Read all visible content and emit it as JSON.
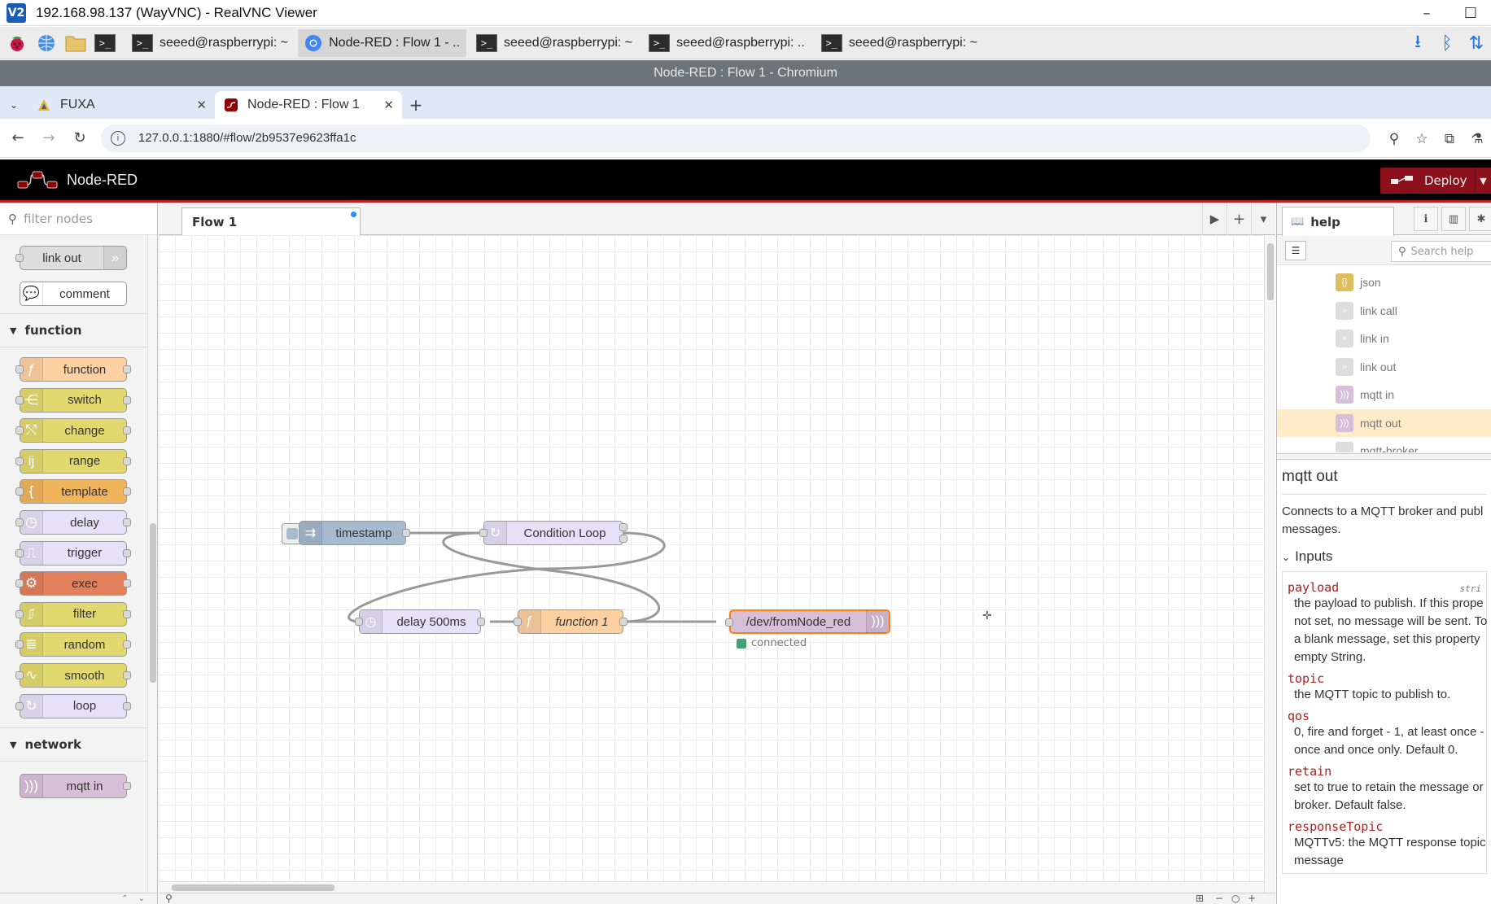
{
  "vnc_window": {
    "title": "192.168.98.137 (WayVNC) - RealVNC Viewer",
    "logo": "V2"
  },
  "taskbar": {
    "tasks": [
      {
        "label": "seeed@raspberrypi: ~",
        "icon": "terminal-icon"
      },
      {
        "label": "Node-RED : Flow 1 - ..",
        "icon": "chromium-icon"
      },
      {
        "label": "seeed@raspberrypi: ~",
        "icon": "terminal-icon"
      },
      {
        "label": "seeed@raspberrypi: ..",
        "icon": "terminal-icon"
      },
      {
        "label": "seeed@raspberrypi: ~",
        "icon": "terminal-icon"
      }
    ],
    "terminal_glyph": ">_",
    "tray": [
      "download-icon",
      "bluetooth-icon",
      "network-icon"
    ]
  },
  "browser": {
    "window_title": "Node-RED : Flow 1 - Chromium",
    "tabs": [
      {
        "label": "FUXA",
        "active": false
      },
      {
        "label": "Node-RED : Flow 1",
        "active": true
      }
    ],
    "url": "127.0.0.1:1880/#flow/2b9537e9623ffa1c"
  },
  "nodered": {
    "title": "Node-RED",
    "deploy_label": "Deploy",
    "palette": {
      "filter_placeholder": "filter nodes",
      "top_nodes": [
        {
          "label": "link out",
          "color": "#dddddd"
        },
        {
          "label": "comment",
          "color": "#ffffff"
        }
      ],
      "categories": [
        {
          "label": "function",
          "nodes": [
            {
              "label": "function",
              "color": "#fdd0a2",
              "icon": "ƒ"
            },
            {
              "label": "switch",
              "color": "#e2d96e",
              "icon": "⋲"
            },
            {
              "label": "change",
              "color": "#e2d96e",
              "icon": "⤲"
            },
            {
              "label": "range",
              "color": "#e2d96e",
              "icon": "ij"
            },
            {
              "label": "template",
              "color": "#f0b45b",
              "icon": "{"
            },
            {
              "label": "delay",
              "color": "#e6e0f8",
              "icon": "◷"
            },
            {
              "label": "trigger",
              "color": "#e6e0f8",
              "icon": "⎍"
            },
            {
              "label": "exec",
              "color": "#e2805c",
              "icon": "⚙"
            },
            {
              "label": "filter",
              "color": "#e2d96e",
              "icon": "⎎"
            },
            {
              "label": "random",
              "color": "#e2d96e",
              "icon": "≣"
            },
            {
              "label": "smooth",
              "color": "#e2d96e",
              "icon": "∿"
            },
            {
              "label": "loop",
              "color": "#e6e0f8",
              "icon": "↻"
            }
          ]
        },
        {
          "label": "network",
          "nodes": [
            {
              "label": "mqtt in",
              "color": "#d8bfd8",
              "icon": ")))"
            }
          ]
        }
      ]
    },
    "workspace": {
      "tab_label": "Flow 1",
      "nodes": {
        "inject": {
          "label": "timestamp",
          "color": "#a6bbcf"
        },
        "loop": {
          "label": "Condition Loop",
          "color": "#e6e0f8"
        },
        "delay": {
          "label": "delay 500ms",
          "color": "#e6e0f8"
        },
        "function": {
          "label": "function 1",
          "color": "#fdd0a2"
        },
        "mqtt": {
          "label": "/dev/fromNode_red",
          "color": "#d8bfd8",
          "status": "connected",
          "status_color": "#41a46e"
        }
      }
    },
    "sidebar": {
      "tab_label": "help",
      "search_placeholder": "Search help",
      "tree": [
        {
          "label": "json",
          "color": "#debd5c",
          "icon": "{}"
        },
        {
          "label": "link call",
          "color": "#dddddd",
          "icon": "»"
        },
        {
          "label": "link in",
          "color": "#dddddd",
          "icon": "»"
        },
        {
          "label": "link out",
          "color": "#dddddd",
          "icon": "»"
        },
        {
          "label": "mqtt in",
          "color": "#d8bfd8",
          "icon": ")))"
        },
        {
          "label": "mqtt out",
          "color": "#d8bfd8",
          "icon": ")))",
          "selected": true
        },
        {
          "label": "mqtt-broker",
          "color": "#dddddd",
          "icon": ""
        }
      ],
      "doc": {
        "title": "mqtt out",
        "desc_lines": [
          "Connects to a MQTT broker and publ",
          "messages."
        ],
        "section": "Inputs",
        "props": [
          {
            "name": "payload",
            "type": "stri",
            "lines": [
              "the payload to publish. If this prope",
              "not set, no message will be sent. To",
              "a blank message, set this property",
              "empty String."
            ]
          },
          {
            "name": "topic",
            "type": "",
            "lines": [
              "the MQTT topic to publish to."
            ]
          },
          {
            "name": "qos",
            "type": "",
            "lines": [
              "0, fire and forget - 1, at least once -",
              "once and once only. Default 0."
            ]
          },
          {
            "name": "retain",
            "type": "",
            "lines": [
              "set to true to retain the message or",
              "broker. Default false."
            ]
          },
          {
            "name": "responseTopic",
            "type": "",
            "lines": [
              "MQTTv5: the MQTT response topic",
              "message"
            ]
          }
        ]
      }
    }
  }
}
